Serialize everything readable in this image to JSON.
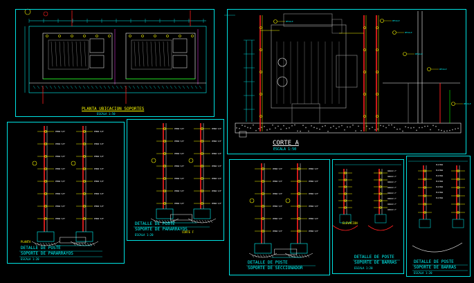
{
  "colors": {
    "background": "#000000",
    "frame": "#00e5e5",
    "cyan": "#00ffff",
    "yellow": "#ffff00",
    "red": "#ff2020",
    "green": "#00ff00",
    "white": "#ffffff",
    "gray": "#9a9a9a",
    "magenta": "#ff40ff"
  },
  "panels": {
    "plan": {
      "title": "PLANTA UBICACION SOPORTES",
      "scale": "ESCALA 1:50"
    },
    "section": {
      "title": "CORTE A",
      "scale": "ESCALA 1:50"
    },
    "detail_1": {
      "title": "DETALLE DE POSTE",
      "subtitle": "SOPORTE DE PARARRAYOS",
      "scale": "ESCALA 1:20"
    },
    "detail_2": {
      "title": "DETALLE DE POSTE",
      "subtitle": "SOPORTE DE PARARRAYOS",
      "scale": "ESCALA 1:20"
    },
    "detail_3": {
      "title": "DETALLE DE POSTE",
      "subtitle": "SOPORTE DE SECCIONADOR",
      "scale": "ESCALA 1:20"
    },
    "detail_4": {
      "title": "DETALLE DE POSTE",
      "subtitle": "SOPORTE DE BARRAS",
      "scale": "ESCALA 1:20"
    },
    "detail_5": {
      "title": "DETALLE DE POSTE",
      "subtitle": "SOPORTE DE BARRAS",
      "scale": "ESCALA 1:20"
    }
  },
  "annotations": {
    "corte": "CORTE F",
    "elevacion": "ELEVACION",
    "planta": "PLANTA"
  }
}
